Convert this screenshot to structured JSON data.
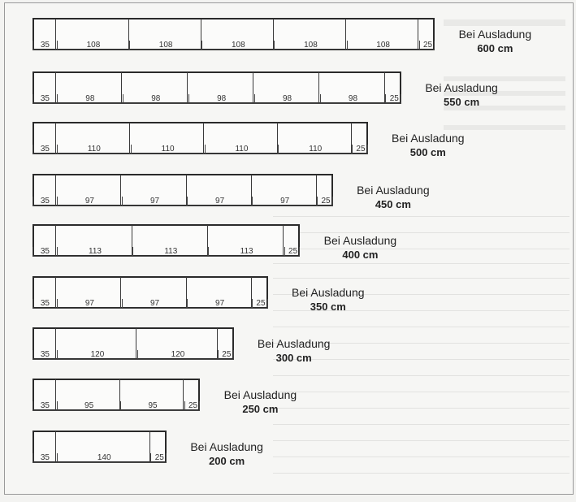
{
  "variants": [
    {
      "label": "Bei Ausladung",
      "value": "600 cm",
      "dims": [
        "35",
        "108",
        "108",
        "108",
        "108",
        "108",
        "25"
      ]
    },
    {
      "label": "Bei Ausladung",
      "value": "550 cm",
      "dims": [
        "35",
        "98",
        "98",
        "98",
        "98",
        "98",
        "25"
      ]
    },
    {
      "label": "Bei Ausladung",
      "value": "500 cm",
      "dims": [
        "35",
        "110",
        "110",
        "110",
        "110",
        "25"
      ]
    },
    {
      "label": "Bei Ausladung",
      "value": "450 cm",
      "dims": [
        "35",
        "97",
        "97",
        "97",
        "97",
        "25"
      ]
    },
    {
      "label": "Bei Ausladung",
      "value": "400 cm",
      "dims": [
        "35",
        "113",
        "113",
        "113",
        "25"
      ]
    },
    {
      "label": "Bei Ausladung",
      "value": "350 cm",
      "dims": [
        "35",
        "97",
        "97",
        "97",
        "25"
      ]
    },
    {
      "label": "Bei Ausladung",
      "value": "300 cm",
      "dims": [
        "35",
        "120",
        "120",
        "25"
      ]
    },
    {
      "label": "Bei Ausladung",
      "value": "250 cm",
      "dims": [
        "35",
        "95",
        "95",
        "25"
      ]
    },
    {
      "label": "Bei Ausladung",
      "value": "200 cm",
      "dims": [
        "35",
        "140",
        "25"
      ]
    }
  ]
}
